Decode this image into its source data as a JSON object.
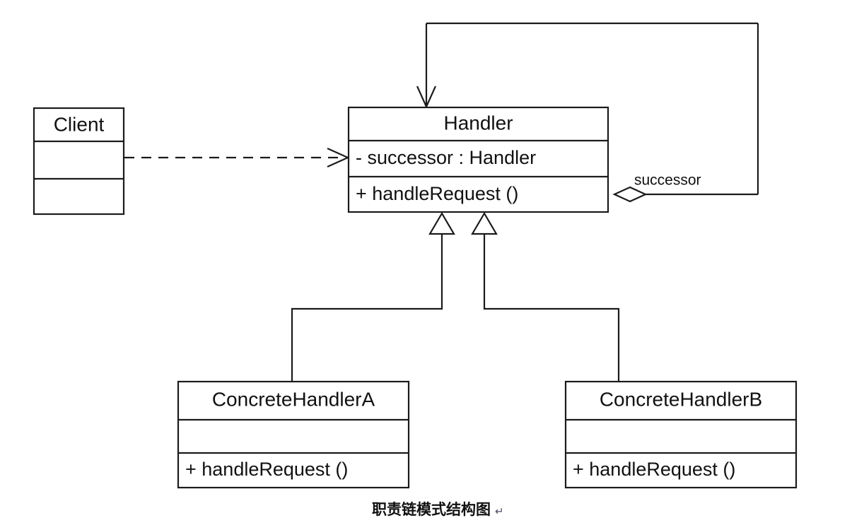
{
  "diagram": {
    "title": "职责链模式结构图",
    "title_mark": "↵",
    "background_color": "#ffffff",
    "line_color": "#1b1b1b",
    "classes": [
      {
        "id": "client",
        "name": "Client",
        "attributes": [
          ""
        ],
        "operations": [
          ""
        ]
      },
      {
        "id": "handler",
        "name": "Handler",
        "attributes": [
          "- successor : Handler"
        ],
        "operations": [
          "+ handleRequest ()"
        ]
      },
      {
        "id": "concrete-handler-a",
        "name": "ConcreteHandlerA",
        "attributes": [
          ""
        ],
        "operations": [
          "+ handleRequest ()"
        ]
      },
      {
        "id": "concrete-handler-b",
        "name": "ConcreteHandlerB",
        "attributes": [
          ""
        ],
        "operations": [
          "+ handleRequest ()"
        ]
      }
    ],
    "relations": [
      {
        "id": "client-handler-dependency",
        "type": "dependency",
        "from": "Client",
        "to": "Handler",
        "label": ""
      },
      {
        "id": "handler-successor-aggregation",
        "type": "aggregation",
        "from": "Handler",
        "to": "Handler",
        "label": "successor"
      },
      {
        "id": "concrete-a-generalization",
        "type": "generalization",
        "from": "ConcreteHandlerA",
        "to": "Handler",
        "label": ""
      },
      {
        "id": "concrete-b-generalization",
        "type": "generalization",
        "from": "ConcreteHandlerB",
        "to": "Handler",
        "label": ""
      }
    ]
  }
}
